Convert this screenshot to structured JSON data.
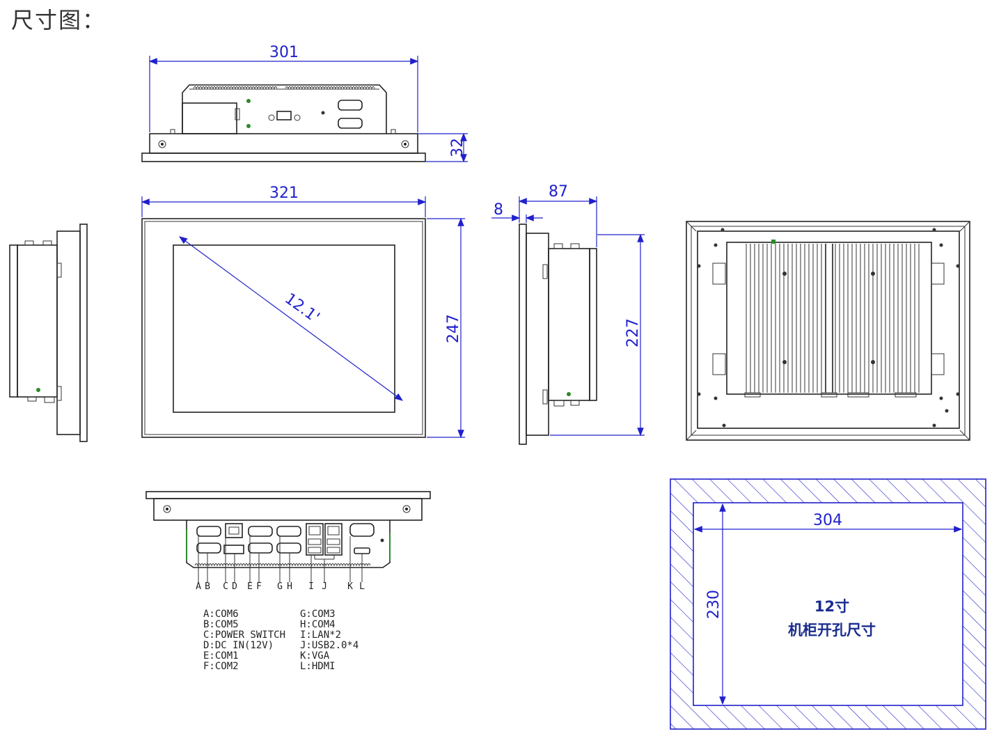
{
  "page_title": "尺寸图：",
  "dimensions": {
    "top_width": "301",
    "top_depth": "32",
    "front_width": "321",
    "front_height": "247",
    "diagonal": "12.1'",
    "side_depth": "87",
    "side_bezel": "8",
    "side_height": "227",
    "cutout_width": "304",
    "cutout_height": "230"
  },
  "port_letters": [
    "A",
    "B",
    "C",
    "D",
    "E",
    "F",
    "G",
    "H",
    "I",
    "J",
    "K",
    "L"
  ],
  "legend_left": [
    "A:COM6",
    "B:COM5",
    "C:POWER SWITCH",
    "D:DC IN(12V)",
    "E:COM1",
    "F:COM2"
  ],
  "legend_right": [
    "G:COM3",
    "H:COM4",
    "I:LAN*2",
    "J:USB2.0*4",
    "K:VGA",
    "L:HDMI"
  ],
  "cutout": {
    "size_label": "12寸",
    "caption": "机柜开孔尺寸"
  }
}
